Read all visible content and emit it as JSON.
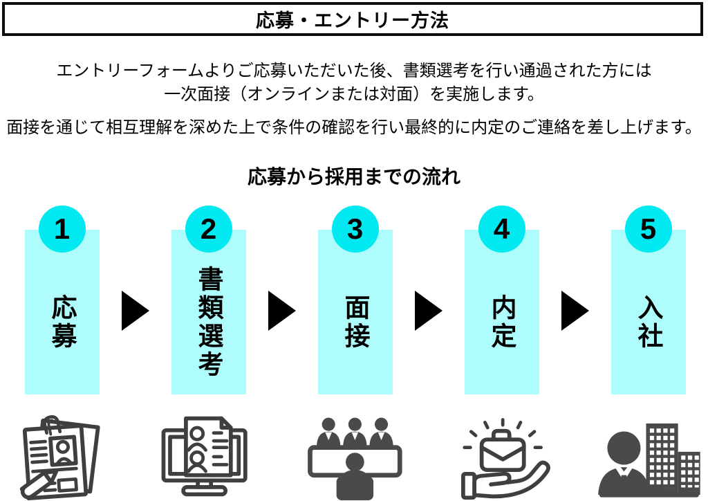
{
  "header": {
    "title": "応募・エントリー方法"
  },
  "intro": {
    "paragraph1_line1": "エントリーフォームよりご応募いただいた後、書類選考を行い通過された方には",
    "paragraph1_line2": "一次面接（オンラインまたは対面）を実施します。",
    "paragraph2": "面接を通じて相互理解を深めた上で条件の確認を行い最終的に内定のご連絡を差し上げます。"
  },
  "flow": {
    "heading": "応募から採用までの流れ",
    "arrow_symbol": "▶",
    "colors": {
      "step_circle": "#00e8f0",
      "step_box": "#aefcfc",
      "icon_gray": "#4a4a4a",
      "outline_icon_gray": "#3f3f3f",
      "text": "#000000"
    },
    "steps": [
      {
        "number": "1",
        "label": "応募",
        "icon": "resume-document-icon"
      },
      {
        "number": "2",
        "label": "書類選考",
        "icon": "document-screening-monitor-icon"
      },
      {
        "number": "3",
        "label": "面接",
        "icon": "interview-panel-icon"
      },
      {
        "number": "4",
        "label": "内定",
        "icon": "job-offer-hand-briefcase-icon"
      },
      {
        "number": "5",
        "label": "入社",
        "icon": "employee-company-building-icon"
      }
    ]
  }
}
